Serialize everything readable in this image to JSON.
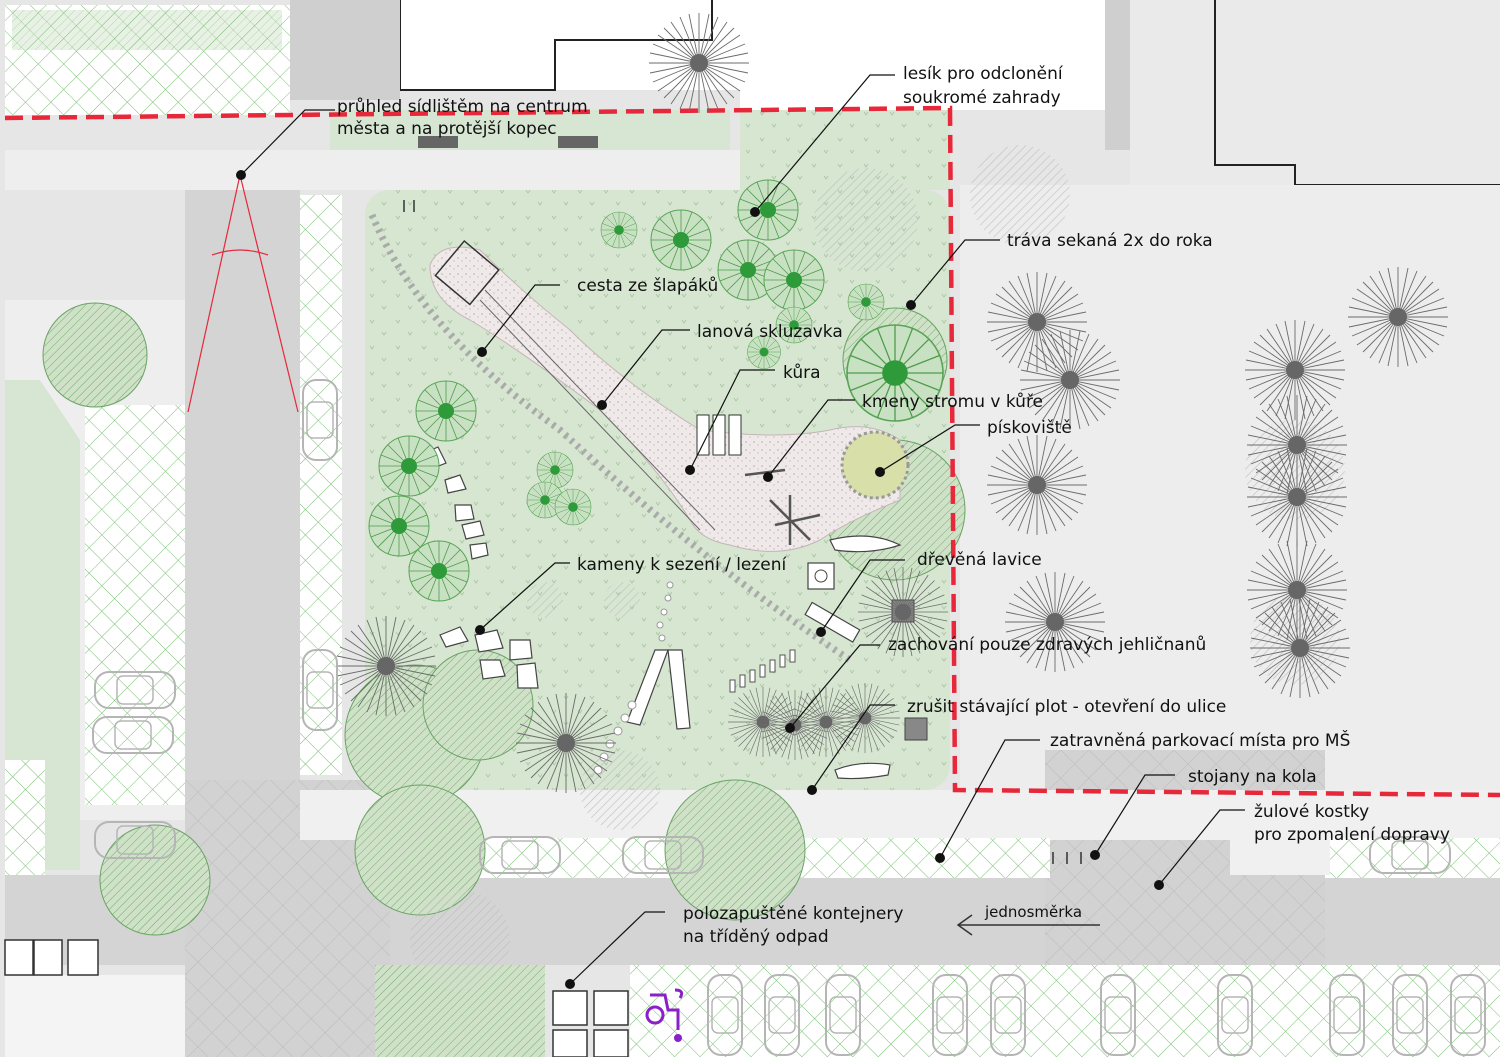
{
  "labels": {
    "view": [
      "průhled sídlištěm na centrum",
      "města a na protější kopec"
    ],
    "grove": [
      "lesík pro odclonění",
      "soukromé zahrady"
    ],
    "grass": "tráva sekaná 2x do roka",
    "path": "cesta ze šlapáků",
    "zipline": "lanová skluzavka",
    "bark": "kůra",
    "logs": "kmeny stromu v kůře",
    "sandpit": "pískoviště",
    "stones": "kameny k sezení / lezení",
    "bench": "dřevěná lavice",
    "conifers": "zachování pouze zdravých jehličnanů",
    "fence": "zrušit stávající plot - otevření do ulice",
    "parking": "zatravněná parkovací místa pro MŠ",
    "bikes": "stojany na kola",
    "cobbles": [
      "žulové kostky",
      "pro zpomalení dopravy"
    ],
    "oneway": "jednosměrka",
    "containers": [
      "polozapuštěné kontejnery",
      "na tříděný odpad"
    ]
  },
  "colors": {
    "park": "#d7e6d2",
    "paving": "#e3e3e3",
    "road": "#d4d4d4",
    "grid": "#6fb56a",
    "boundary": "#e6283a",
    "tree": "#2f9a3a",
    "conifer": "#555555",
    "accessible": "#8a20c8"
  },
  "icons": {
    "accessible": "wheelchair-icon"
  }
}
